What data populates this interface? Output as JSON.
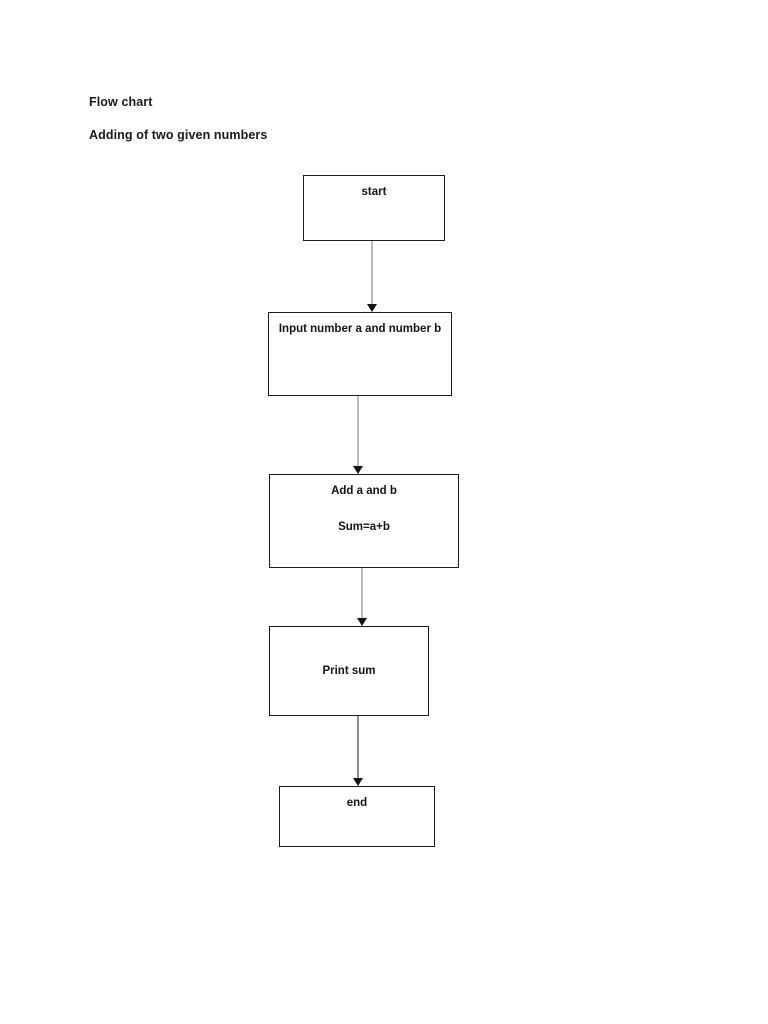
{
  "document": {
    "title": "Flow chart",
    "subtitle": "Adding of two given numbers"
  },
  "chart_data": {
    "type": "diagram",
    "diagram_kind": "flowchart",
    "title": "Flow chart",
    "subtitle": "Adding of two given numbers",
    "orientation": "top-to-bottom",
    "node_shape": "rectangle",
    "nodes": [
      {
        "id": "start",
        "label": "start",
        "lines": [
          "start"
        ]
      },
      {
        "id": "input",
        "label": "Input number a and number b",
        "lines": [
          "Input number a and number b"
        ]
      },
      {
        "id": "add",
        "label": "Add a and b Sum=a+b",
        "lines": [
          "Add a and b",
          "Sum=a+b"
        ]
      },
      {
        "id": "print",
        "label": "Print sum",
        "lines": [
          "Print sum"
        ]
      },
      {
        "id": "end",
        "label": "end",
        "lines": [
          "end"
        ]
      }
    ],
    "edges": [
      {
        "from": "start",
        "to": "input",
        "label": "",
        "arrow": "down"
      },
      {
        "from": "input",
        "to": "add",
        "label": "",
        "arrow": "down"
      },
      {
        "from": "add",
        "to": "print",
        "label": "",
        "arrow": "down"
      },
      {
        "from": "print",
        "to": "end",
        "label": "",
        "arrow": "down"
      }
    ],
    "colors": {
      "page_background": "#ffffff",
      "node_border": "#1c1c1c",
      "node_fill": "#ffffff",
      "text": "#141414",
      "connector_light": "#b9b9b9",
      "connector_dark": "#8f8f8f",
      "arrowhead": "#111111"
    }
  },
  "nodes": {
    "start": {
      "text": "start"
    },
    "input": {
      "text": "Input number a and number b"
    },
    "add": {
      "line1": "Add a and b",
      "line2": "Sum=a+b"
    },
    "print": {
      "text": "Print sum"
    },
    "end": {
      "text": "end"
    }
  }
}
